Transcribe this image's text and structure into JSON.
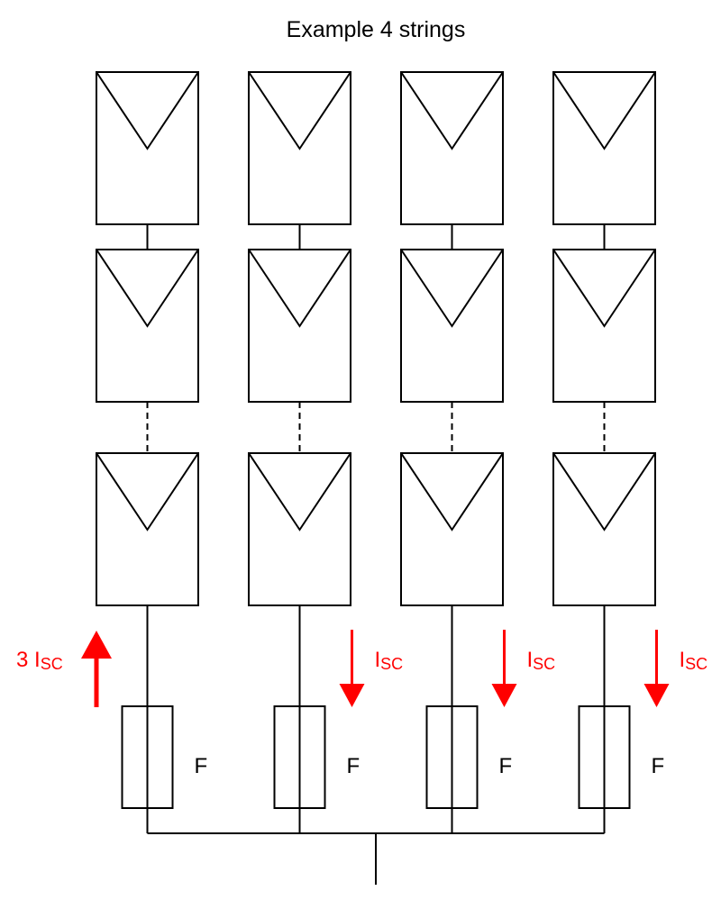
{
  "title": "Example 4 strings",
  "colors": {
    "line": "#000000",
    "current": "#ff0000"
  },
  "strings": [
    {
      "fuse_label": "F",
      "current": {
        "prefix": "3 ",
        "symbol": "I",
        "subscript": "SC",
        "direction": "up"
      }
    },
    {
      "fuse_label": "F",
      "current": {
        "prefix": "",
        "symbol": "I",
        "subscript": "SC",
        "direction": "down"
      }
    },
    {
      "fuse_label": "F",
      "current": {
        "prefix": "",
        "symbol": "I",
        "subscript": "SC",
        "direction": "down"
      }
    },
    {
      "fuse_label": "F",
      "current": {
        "prefix": "",
        "symbol": "I",
        "subscript": "SC",
        "direction": "down"
      }
    }
  ],
  "modules_per_string_shown": 3
}
